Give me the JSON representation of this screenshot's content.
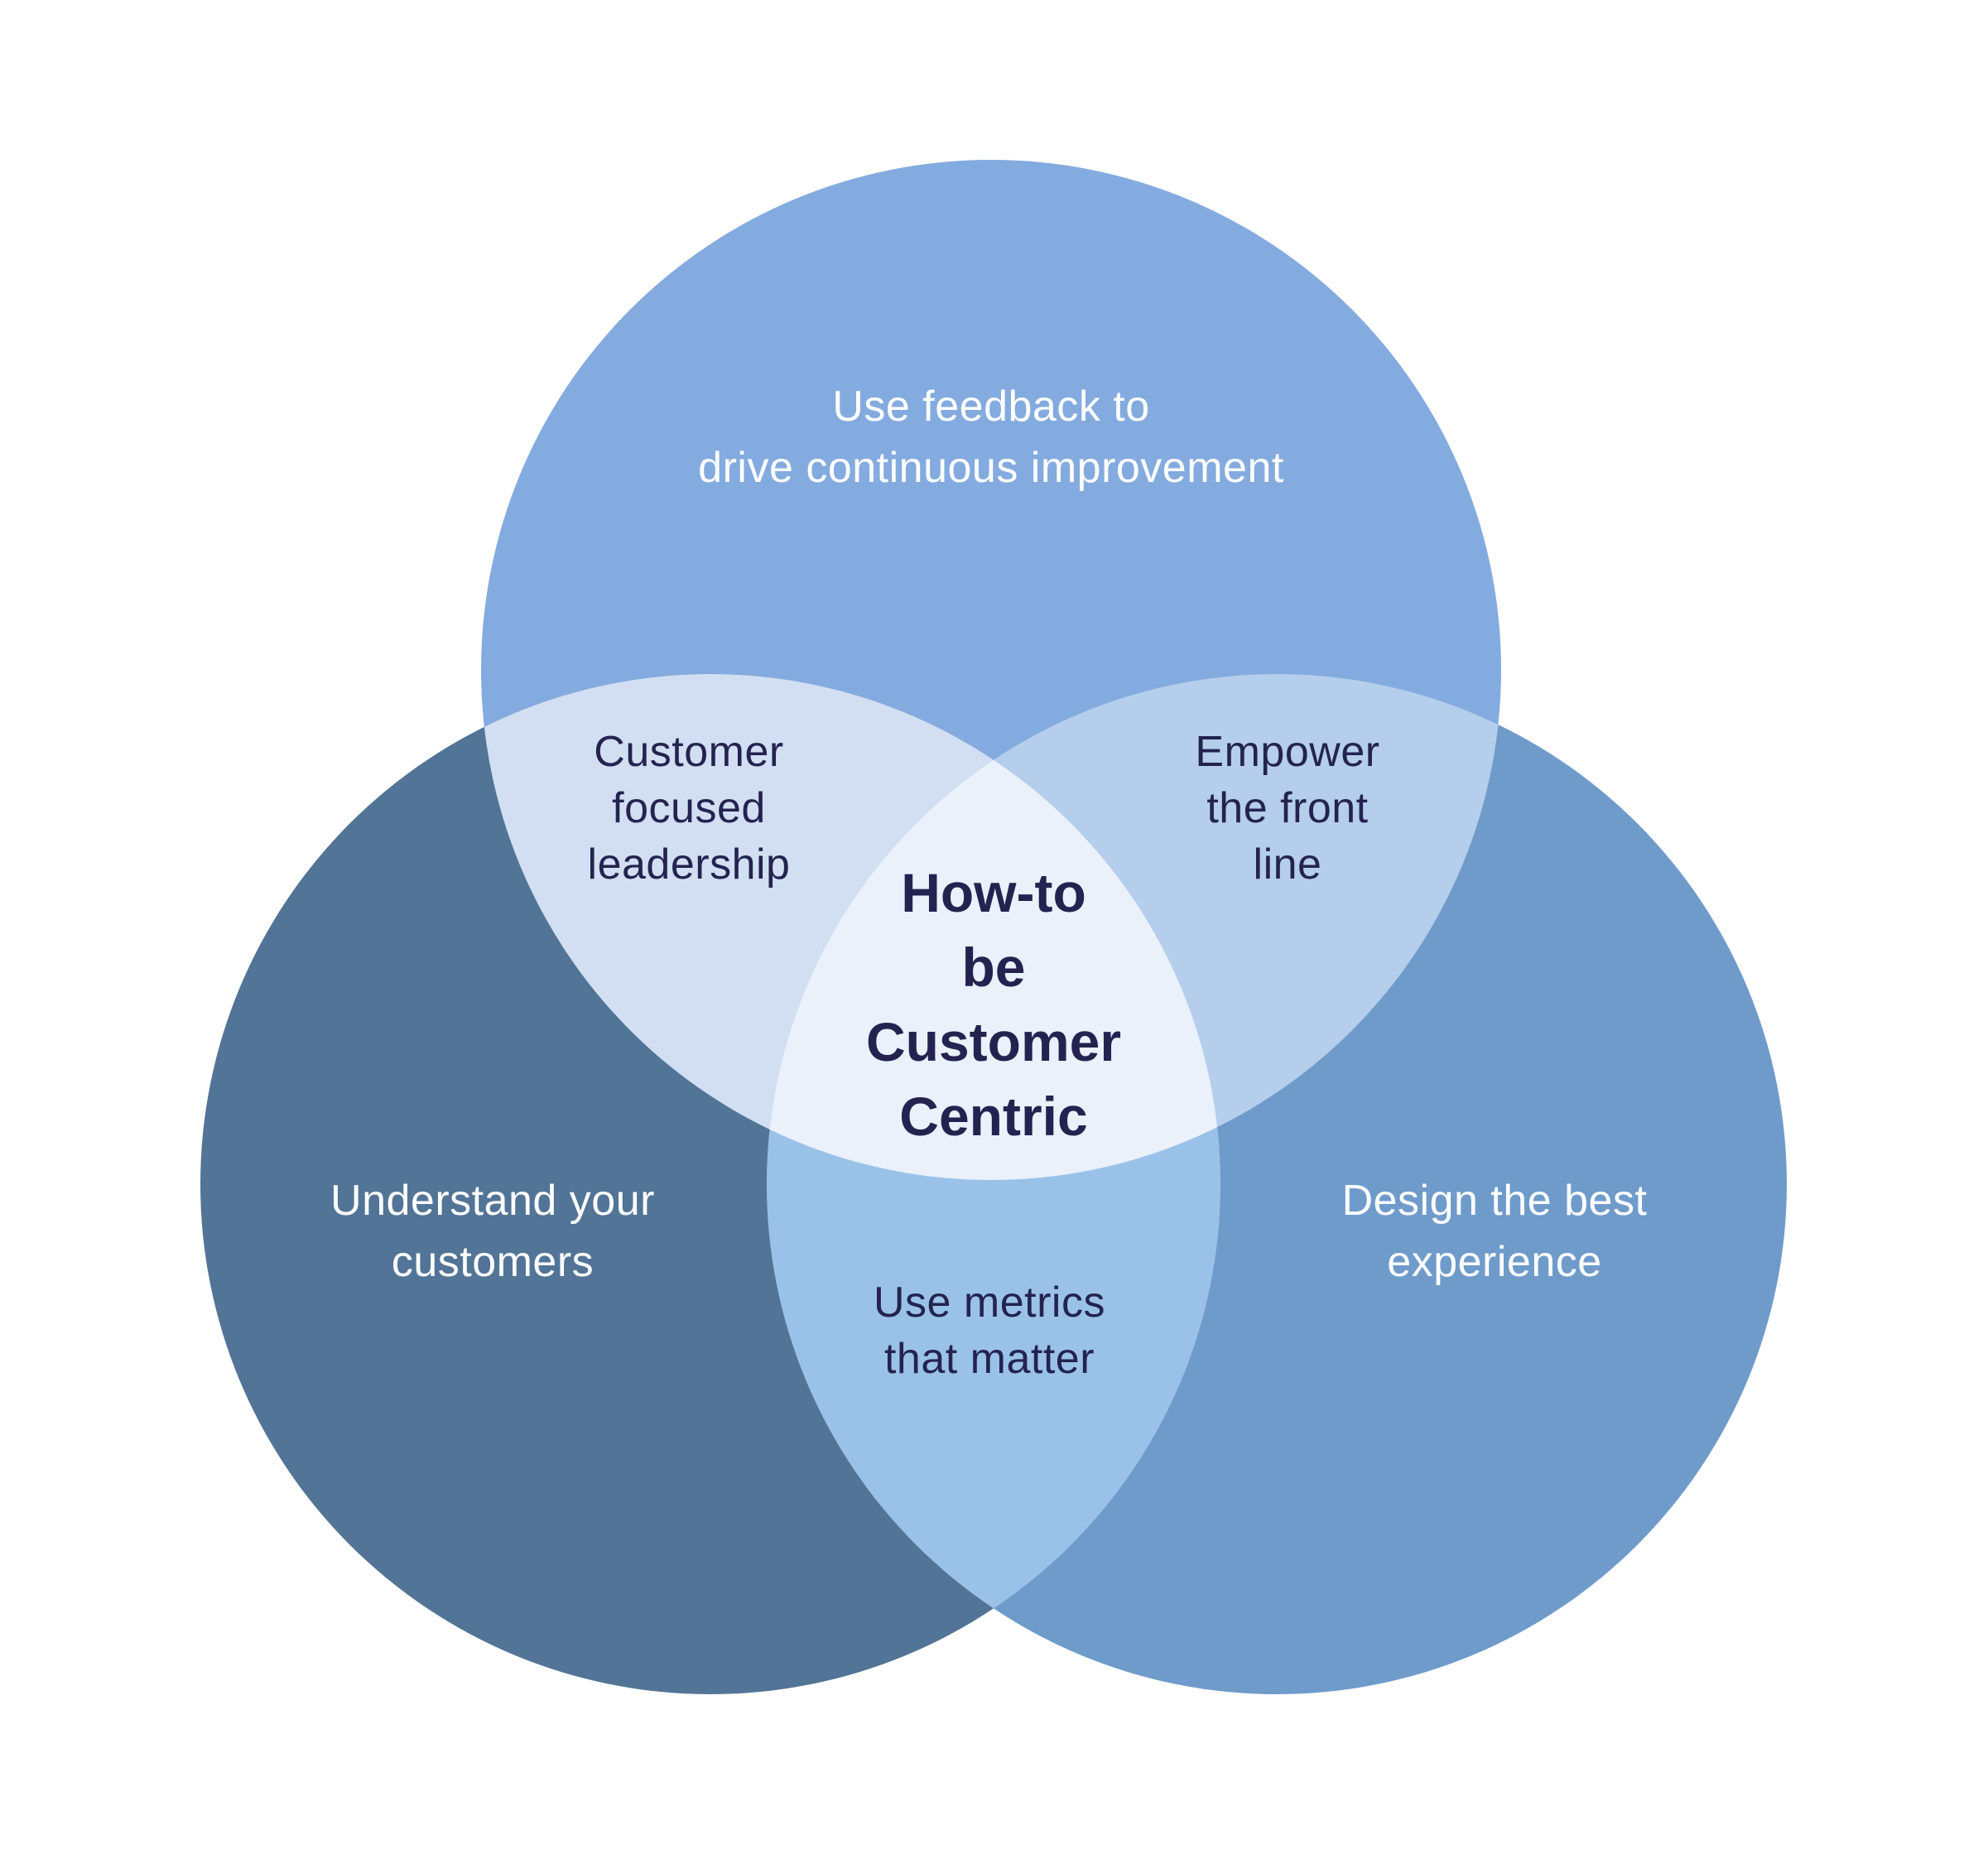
{
  "diagram": {
    "type": "venn-3-circle",
    "background_color": "#FFFFFF",
    "text_colors": {
      "on_dark_circles": "#FFFFFF",
      "on_light_overlaps": "#242350"
    },
    "center": {
      "label": "How-to\nbe\nCustomer\nCentric",
      "color": "#EAF1FB"
    },
    "circles": [
      {
        "id": "top",
        "label": "Use feedback to\ndrive continuous improvement",
        "color": "#84ABDF"
      },
      {
        "id": "left",
        "label": "Understand your\ncustomers",
        "color": "#527496"
      },
      {
        "id": "right",
        "label": "Design the best\nexperience",
        "color": "#6F9BCB"
      }
    ],
    "overlaps": [
      {
        "id": "top-left",
        "label": "Customer\nfocused\nleadership",
        "color": "#D2DFF2"
      },
      {
        "id": "top-right",
        "label": "Empower\nthe front\nline",
        "color": "#B5CEEC"
      },
      {
        "id": "bottom",
        "label": "Use metrics\nthat matter",
        "color": "#9AC2E9"
      }
    ]
  }
}
